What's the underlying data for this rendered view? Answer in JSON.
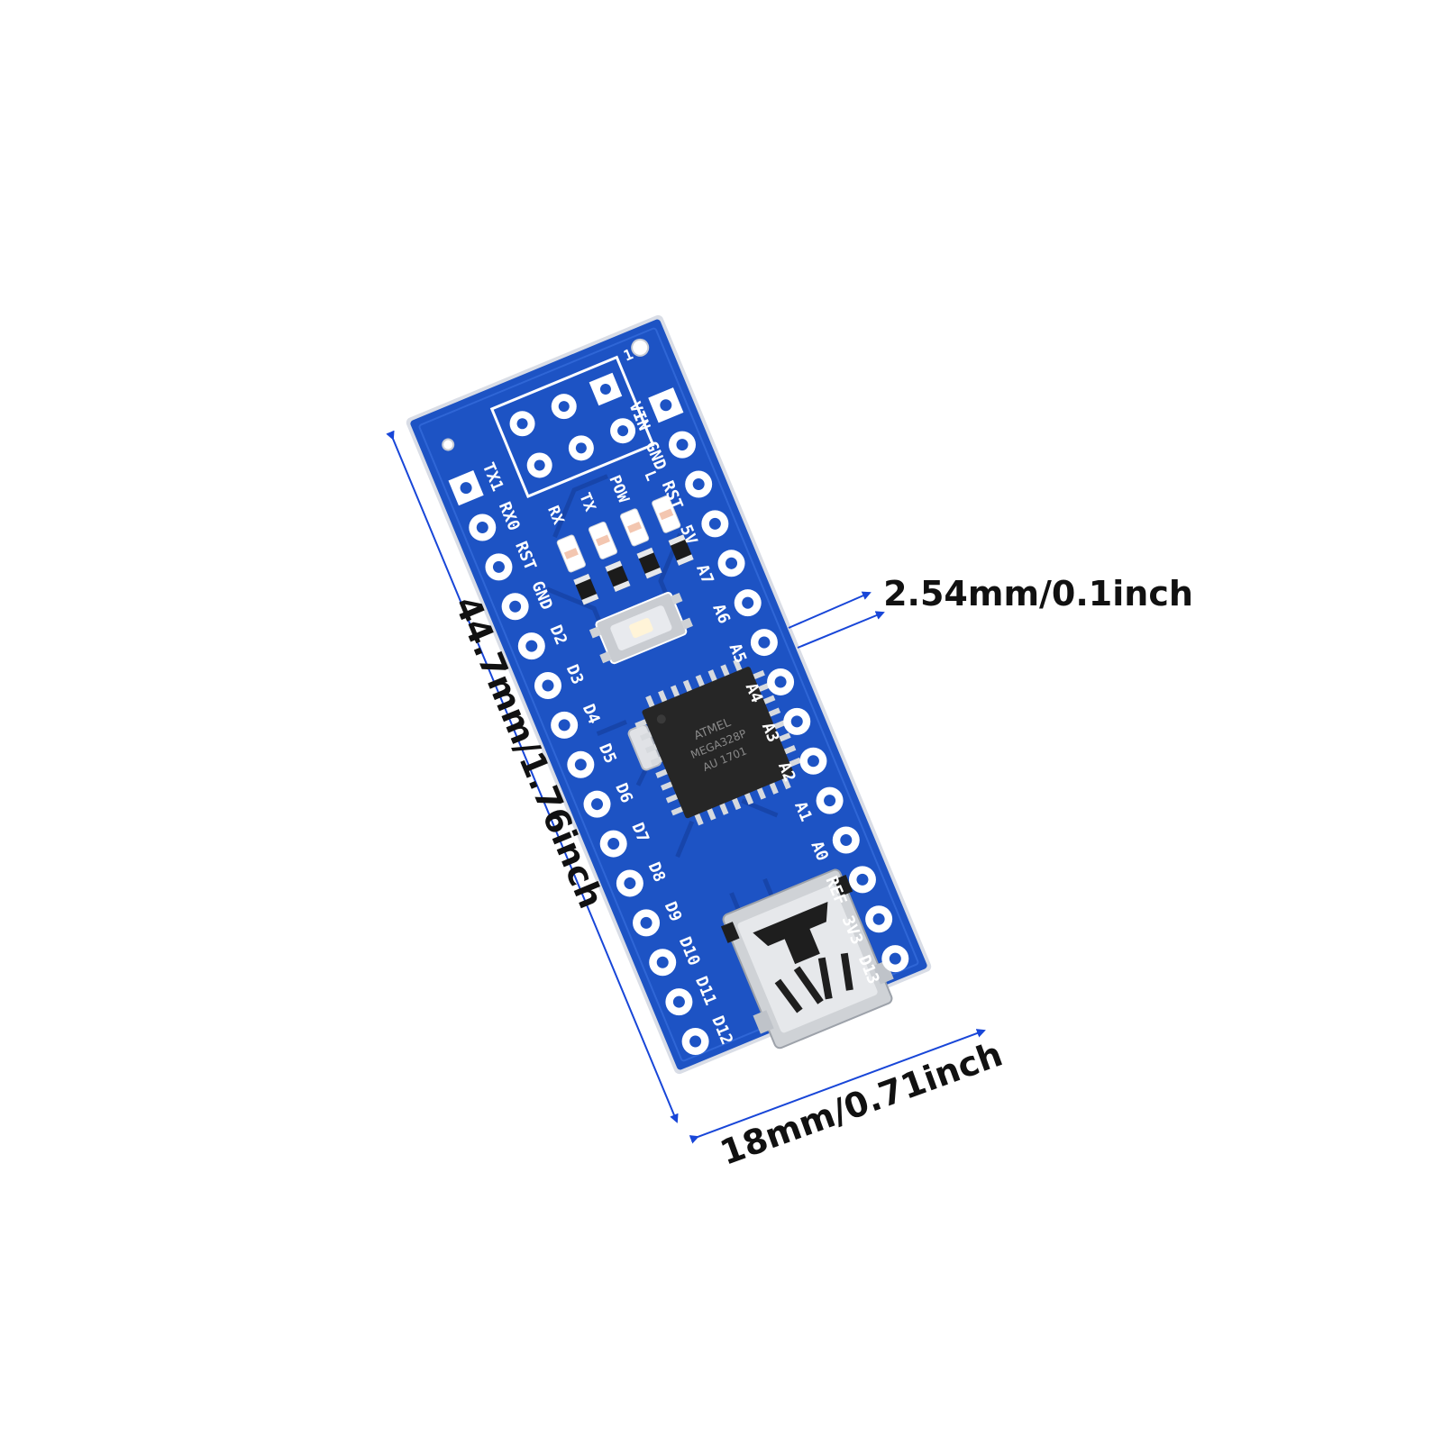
{
  "colors": {
    "board": "#1d53c4",
    "board_dark": "#0f3a9e",
    "silkscreen": "#ffffff",
    "dimension_line": "#1846d8",
    "chip": "#262626",
    "usb_metal": "#cfd2d6"
  },
  "dimensions": {
    "length_label": "44.7mm/1.76inch",
    "width_label": "18mm/0.71inch",
    "pitch_label": "2.54mm/0.1inch"
  },
  "board": {
    "left_pins": [
      "TX1",
      "RX0",
      "RST",
      "GND",
      "D2",
      "D3",
      "D4",
      "D5",
      "D6",
      "D7",
      "D8",
      "D9",
      "D10",
      "D11",
      "D12"
    ],
    "right_pins": [
      "VIN",
      "GND",
      "RST",
      "5V",
      "A7",
      "A6",
      "A5",
      "A4",
      "A3",
      "A2",
      "A1",
      "A0",
      "REF",
      "3V3",
      "D13"
    ],
    "leds": [
      "RX",
      "TX",
      "POW",
      "L"
    ],
    "icsp_marker": "1",
    "chip_lines": [
      "ATMEL",
      "MEGA328P",
      "AU 1701"
    ]
  },
  "icons": [
    "arduino-nano-board",
    "mini-usb-connector",
    "reset-button",
    "microcontroller-chip",
    "crystal-oscillator",
    "icsp-header"
  ]
}
